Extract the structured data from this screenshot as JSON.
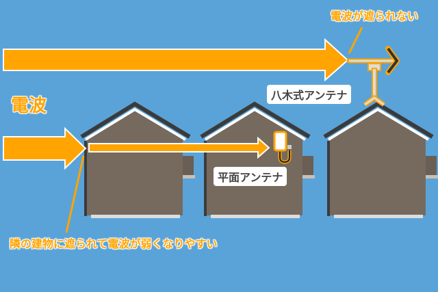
{
  "labels": {
    "radio_waves": "電波",
    "not_blocked": "電波が遮られない",
    "yagi_antenna": "八木式アンテナ",
    "flat_antenna": "平面アンテナ",
    "blocked_note": "隣の建物に遮られて電波が弱くなりやすい"
  },
  "colors": {
    "background": "#5aa3d8",
    "arrow": "#ffa400",
    "house_wall": "#766a5f",
    "roof": "#3b3b3b"
  }
}
